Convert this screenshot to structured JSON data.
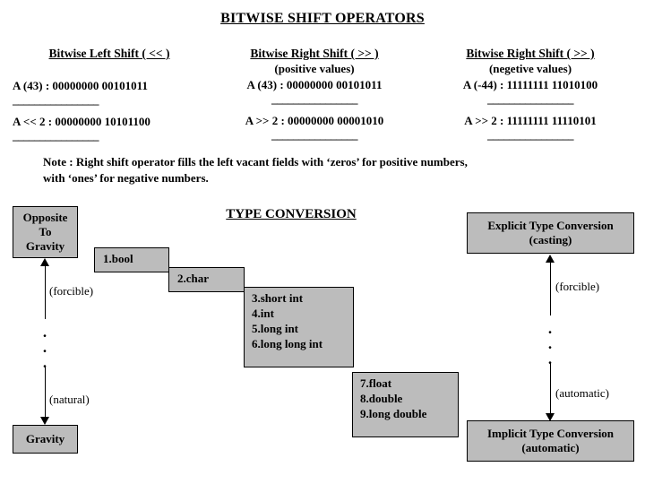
{
  "title": "BITWISE SHIFT OPERATORS",
  "shift_columns": [
    {
      "heading": "Bitwise Left Shift ( << )",
      "subheading": "",
      "input_line": "A (43)  : 00000000 00101011",
      "divider_top": "––––––––––––––––",
      "result_line": "A << 2 : 00000000 10101100",
      "divider_bottom": "––––––––––––––––"
    },
    {
      "heading": "Bitwise Right Shift ( >> )",
      "subheading": "(positive values)",
      "input_line": "A (43)  : 00000000 00101011",
      "divider_top": "––––––––––––––––",
      "result_line": "A >> 2 : 00000000 00001010",
      "divider_bottom": "––––––––––––––––"
    },
    {
      "heading": "Bitwise Right Shift ( >> )",
      "subheading": "(negetive values)",
      "input_line": "A (-44) : 11111111 11010100",
      "divider_top": "––––––––––––––––",
      "result_line": "A >> 2 : 11111111 11110101",
      "divider_bottom": "––––––––––––––––"
    }
  ],
  "note": {
    "line1": "Note :  Right shift operator fills the left vacant fields with ‘zeros’ for positive numbers,",
    "line2": "with ‘ones’ for negative numbers."
  },
  "type_conversion": {
    "title": "TYPE CONVERSION",
    "left_legend": {
      "top_box": {
        "line1": "Opposite",
        "line2": "To",
        "line3": "Gravity"
      },
      "bottom_box": {
        "line1": "Gravity"
      },
      "up_label": "(forcible)",
      "down_label": "(natural)",
      "dots": "."
    },
    "right_legend": {
      "top_box": {
        "line1": "Explicit Type Conversion",
        "line2": "(casting)"
      },
      "bottom_box": {
        "line1": "Implicit Type Conversion",
        "line2": "(automatic)"
      },
      "up_label": "(forcible)",
      "down_label": "(automatic)",
      "dots": "."
    },
    "staircase": [
      {
        "lines": [
          "1.bool"
        ]
      },
      {
        "lines": [
          "2.char"
        ]
      },
      {
        "lines": [
          "3.short int",
          "4.int",
          "5.long int",
          "6.long long int"
        ]
      },
      {
        "lines": [
          "7.float",
          "8.double",
          "9.long double"
        ]
      }
    ]
  },
  "colors": {
    "box_fill": "#bcbcbc",
    "box_border": "#000000",
    "page_background": "#ffffff",
    "text": "#000000"
  }
}
